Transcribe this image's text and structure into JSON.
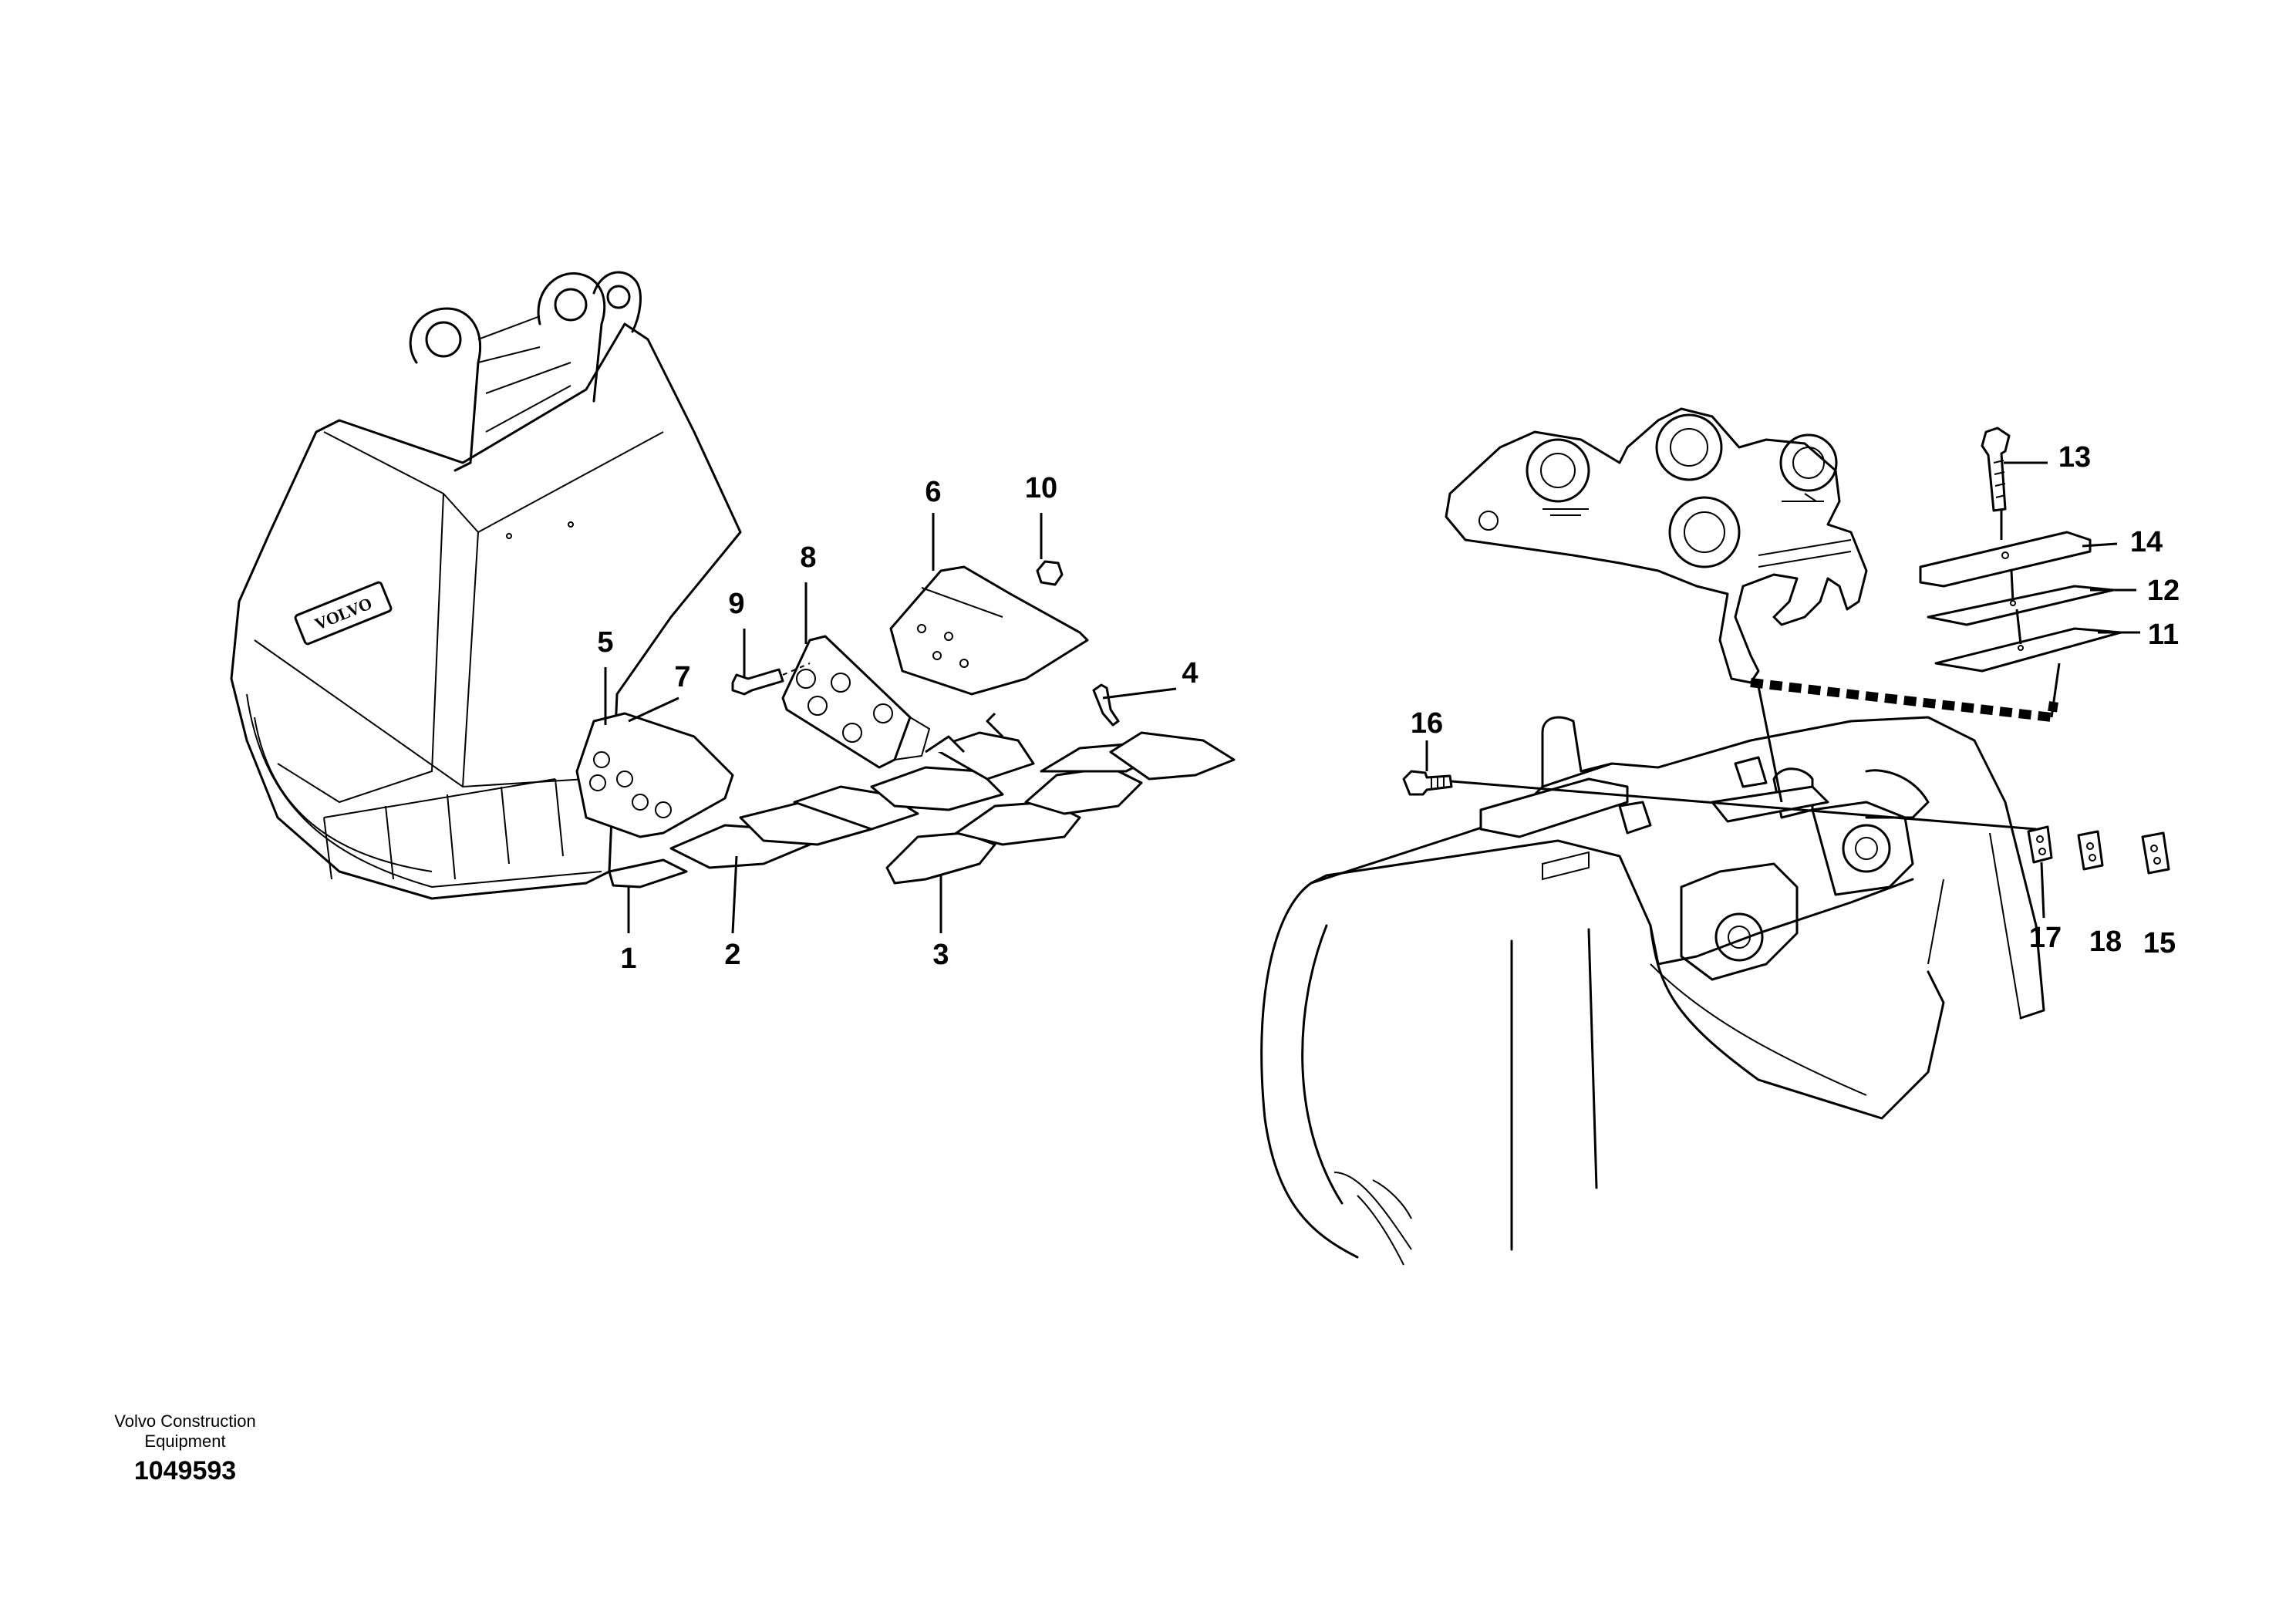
{
  "footer": {
    "brand_line1": "Volvo Construction",
    "brand_line2": "Equipment",
    "document_number": "1049593"
  },
  "bucket_logo": "VOLVO",
  "callouts": [
    "1",
    "2",
    "3",
    "4",
    "5",
    "6",
    "7",
    "8",
    "9",
    "10",
    "11",
    "12",
    "13",
    "14",
    "15",
    "16",
    "17",
    "18"
  ]
}
